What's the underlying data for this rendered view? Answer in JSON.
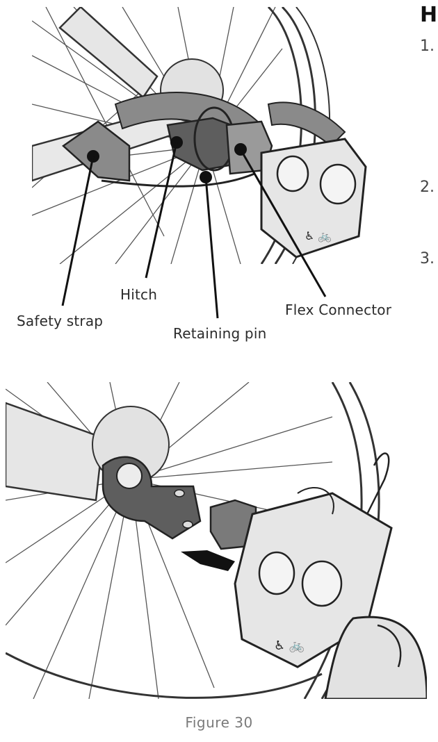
{
  "side_column": {
    "heading_fragment": "H",
    "steps": [
      "1.",
      "2.",
      "3."
    ]
  },
  "top_figure": {
    "callouts": {
      "safety_strap": "Safety strap",
      "hitch": "Hitch",
      "retaining_pin": "Retaining pin",
      "flex_connector": "Flex Connector"
    }
  },
  "caption": "Figure 30"
}
